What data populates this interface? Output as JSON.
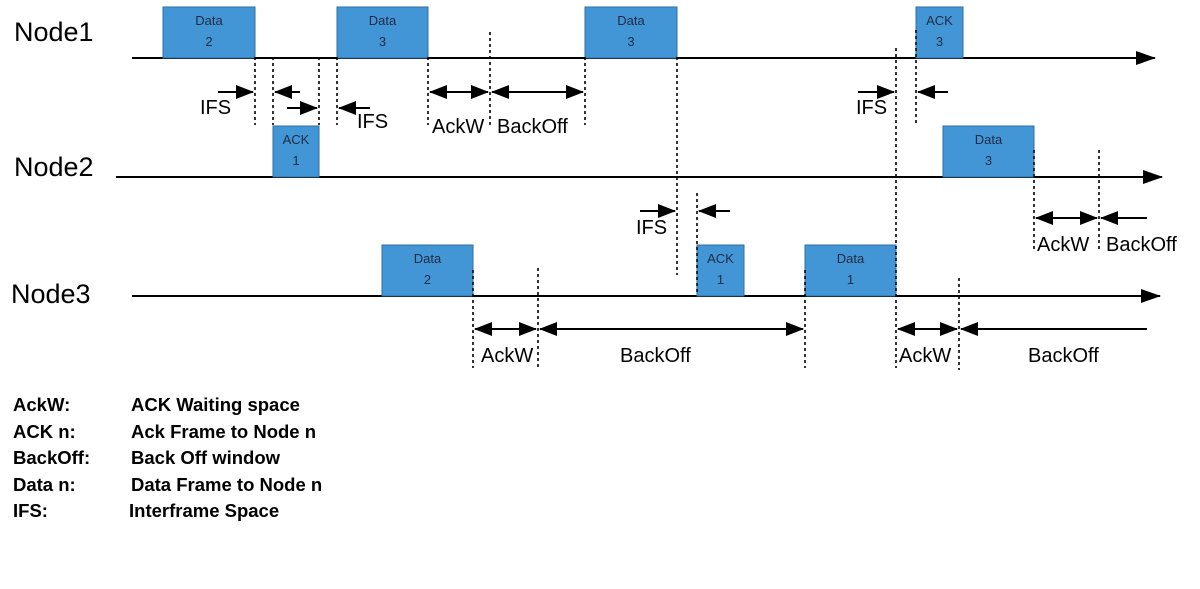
{
  "title": "CSMA timing diagram with ACK, IFS and BackOff",
  "colors": {
    "frame_fill": "#4396d6",
    "frame_border": "#2e6da4",
    "frame_text": "#1f2a44",
    "line": "#000000"
  },
  "nodes": [
    {
      "label": "Node1"
    },
    {
      "label": "Node2"
    },
    {
      "label": "Node3"
    }
  ],
  "frames": [
    {
      "node": 0,
      "line1": "Data",
      "line2": "2"
    },
    {
      "node": 0,
      "line1": "Data",
      "line2": "3"
    },
    {
      "node": 0,
      "line1": "Data",
      "line2": "3"
    },
    {
      "node": 0,
      "line1": "ACK",
      "line2": "3"
    },
    {
      "node": 1,
      "line1": "ACK",
      "line2": "1"
    },
    {
      "node": 1,
      "line1": "Data",
      "line2": "3"
    },
    {
      "node": 2,
      "line1": "Data",
      "line2": "2"
    },
    {
      "node": 2,
      "line1": "ACK",
      "line2": "1"
    },
    {
      "node": 2,
      "line1": "Data",
      "line2": "1"
    }
  ],
  "annotations": {
    "ifs": "IFS",
    "ackw": "AckW",
    "backoff": "BackOff"
  },
  "legend": [
    {
      "key": "AckW:",
      "value": "ACK Waiting space"
    },
    {
      "key": "ACK n:",
      "value": "Ack Frame to Node n"
    },
    {
      "key": "BackOff:",
      "value": "Back Off window"
    },
    {
      "key": "Data n:",
      "value": "Data Frame to Node n"
    },
    {
      "key": "IFS:",
      "value": "Interframe Space"
    }
  ]
}
